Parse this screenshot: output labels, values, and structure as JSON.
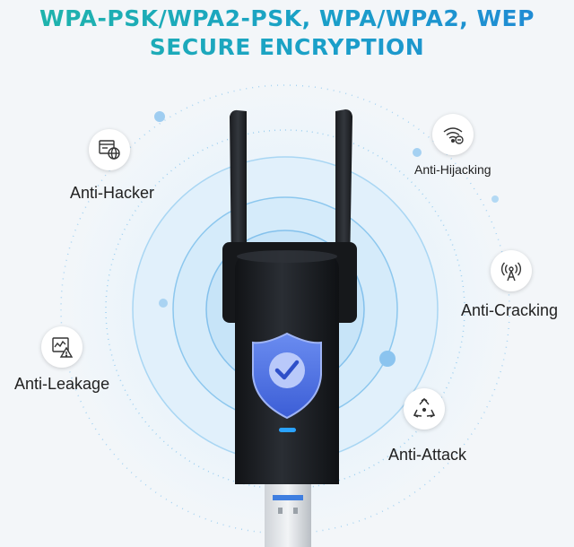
{
  "headline": {
    "line1": "WPA-PSK/WPA2-PSK, WPA/WPA2, WEP",
    "line2": "SECURE ENCRYPTION"
  },
  "features": {
    "anti_hacker": {
      "label": "Anti-Hacker",
      "icon": "browser-globe-icon"
    },
    "anti_hijacking": {
      "label": "Anti-Hijacking",
      "icon": "wifi-lock-icon"
    },
    "anti_cracking": {
      "label": "Anti-Cracking",
      "icon": "signal-tower-icon"
    },
    "anti_leakage": {
      "label": "Anti-Leakage",
      "icon": "chart-warning-icon"
    },
    "anti_attack": {
      "label": "Anti-Attack",
      "icon": "hazard-recycle-icon"
    }
  },
  "colors": {
    "title_gradient": [
      "#1fb6a8",
      "#2188d6"
    ],
    "shield_blue": "#4a6fe0",
    "ring_blue": "#7fc3ee",
    "dot_blue": "#8fc7f0",
    "device_body": "#1c1f24",
    "led_blue": "#2aa3ff"
  }
}
